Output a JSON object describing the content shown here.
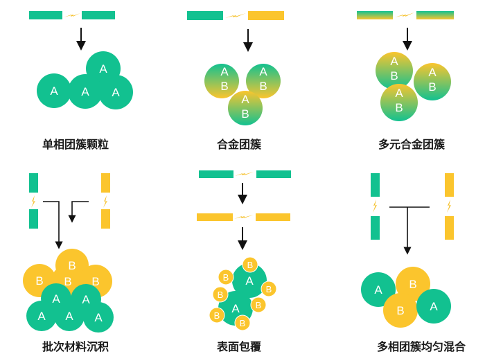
{
  "colors": {
    "green": "#12c190",
    "yellow": "#fbc52d",
    "spark": "#f5c02a",
    "arrow": "#111111"
  },
  "letters": {
    "a": "A",
    "b": "B"
  },
  "panels": [
    {
      "label": "单相团簇颗粒"
    },
    {
      "label": "合金团簇"
    },
    {
      "label": "多元合金团簇"
    },
    {
      "label": "批次材料沉积"
    },
    {
      "label": "表面包覆"
    },
    {
      "label": "多相团簇均匀混合"
    }
  ]
}
